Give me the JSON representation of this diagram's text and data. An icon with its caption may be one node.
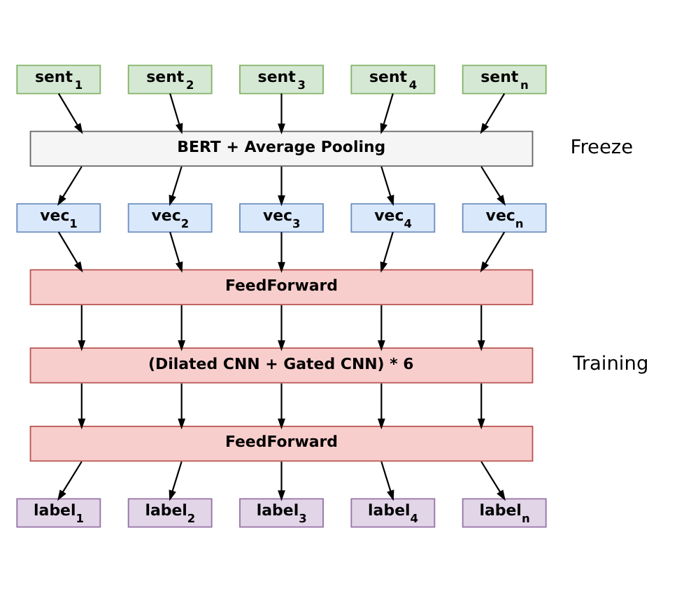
{
  "diagram": {
    "nodes": [
      {
        "text": [
          "sent$_{1}$"
        ]
      },
      {
        "text": [
          "sent$_{2}$"
        ]
      },
      {
        "text": [
          "sent$_{3}$"
        ]
      },
      {
        "text": [
          "sent$_{4}$"
        ]
      },
      {
        "text": [
          "sent$_{n}$"
        ]
      },
      {
        "text": [
          "BERT + Average Pooling"
        ]
      },
      {
        "text": [
          "vec$_{1}$"
        ]
      },
      {
        "text": [
          "vec$_{2}$"
        ]
      },
      {
        "text": [
          "vec$_{3}$"
        ]
      },
      {
        "text": [
          "vec$_{4}$"
        ]
      },
      {
        "text": [
          "vec$_{n}$"
        ]
      },
      {
        "text": [
          "FeedForward"
        ]
      },
      {
        "text": [
          "(Dilated CNN + Gated CNN) * 6"
        ]
      },
      {
        "text": [
          "FeedForward"
        ]
      },
      {
        "text": [
          "label$_{1}$"
        ]
      },
      {
        "text": [
          "label$_{2}$"
        ]
      },
      {
        "text": [
          "label$_{3}$"
        ]
      },
      {
        "text": [
          "label$_{4}$"
        ]
      },
      {
        "text": [
          "label$_{n}$"
        ]
      }
    ],
    "edges": [
      {
        "from": 0,
        "to": 5,
        "arrow": "to"
      },
      {
        "from": 1,
        "to": 5,
        "arrow": "to"
      },
      {
        "from": 2,
        "to": 5,
        "arrow": "to"
      },
      {
        "from": 3,
        "to": 5,
        "arrow": "to"
      },
      {
        "from": 4,
        "to": 5,
        "arrow": "to"
      },
      {
        "from": 5,
        "to": 6,
        "arrow": "to"
      },
      {
        "from": 5,
        "to": 7,
        "arrow": "to"
      },
      {
        "from": 5,
        "to": 8,
        "arrow": "to"
      },
      {
        "from": 5,
        "to": 9,
        "arrow": "to"
      },
      {
        "from": 5,
        "to": 10,
        "arrow": "to"
      },
      {
        "from": 6,
        "to": 11,
        "arrow": "to"
      },
      {
        "from": 7,
        "to": 11,
        "arrow": "to"
      },
      {
        "from": 8,
        "to": 11,
        "arrow": "to"
      },
      {
        "from": 9,
        "to": 11,
        "arrow": "to"
      },
      {
        "from": 10,
        "to": 11,
        "arrow": "to"
      },
      {
        "from": 11,
        "to": 12,
        "arrow": "to"
      },
      {
        "from": 11,
        "to": 12,
        "arrow": "to"
      },
      {
        "from": 11,
        "to": 12,
        "arrow": "to"
      },
      {
        "from": 11,
        "to": 12,
        "arrow": "to"
      },
      {
        "from": 11,
        "to": 12,
        "arrow": "to"
      },
      {
        "from": 12,
        "to": 13,
        "arrow": "to"
      },
      {
        "from": 12,
        "to": 13,
        "arrow": "to"
      },
      {
        "from": 12,
        "to": 13,
        "arrow": "to"
      },
      {
        "from": 12,
        "to": 13,
        "arrow": "to"
      },
      {
        "from": 12,
        "to": 13,
        "arrow": "to"
      },
      {
        "from": 13,
        "to": 14,
        "arrow": "to"
      },
      {
        "from": 13,
        "to": 15,
        "arrow": "to"
      },
      {
        "from": 13,
        "to": 16,
        "arrow": "to"
      },
      {
        "from": 13,
        "to": 17,
        "arrow": "to"
      },
      {
        "from": 13,
        "to": 18,
        "arrow": "to"
      }
    ],
    "labels": [
      "Freeze",
      "Training"
    ]
  }
}
